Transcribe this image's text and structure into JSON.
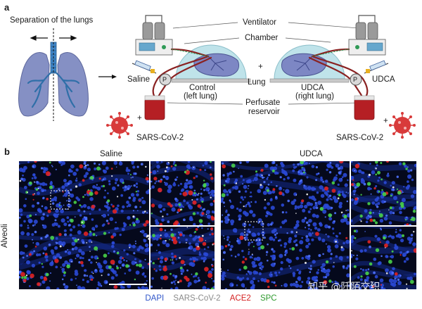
{
  "panel_a": {
    "label": "a",
    "separation_text": "Separation of the lungs",
    "ventilator": "Ventilator",
    "chamber": "Chamber",
    "lung": "Lung",
    "perfusate": "Perfusate",
    "reservoir": "reservoir",
    "plus": "+",
    "pump": "P",
    "left": {
      "treatment": "Saline",
      "control_line1": "Control",
      "control_line2": "(left lung)",
      "virus": "SARS-CoV-2"
    },
    "right": {
      "treatment": "UDCA",
      "control_line1": "UDCA",
      "control_line2": "(right lung)",
      "virus": "SARS-CoV-2"
    }
  },
  "panel_b": {
    "label": "b",
    "row_label": "Alveoli",
    "saline_title": "Saline",
    "udca_title": "UDCA",
    "legend": [
      {
        "text": "DAPI",
        "color": "#2f55c9"
      },
      {
        "text": "SARS-CoV-2",
        "color": "#8a8a8a"
      },
      {
        "text": "ACE2",
        "color": "#d42020"
      },
      {
        "text": "SPC",
        "color": "#2e9a2e"
      }
    ]
  },
  "watermark": "知乎 @阡陌交织",
  "colors": {
    "lung_fill": "#8590c4",
    "chamber": "#bfe3ea",
    "reservoir": "#b51f24",
    "tube_red": "#8a2222",
    "virus_red": "#d83a3a",
    "micro_bg": "#05091c"
  }
}
